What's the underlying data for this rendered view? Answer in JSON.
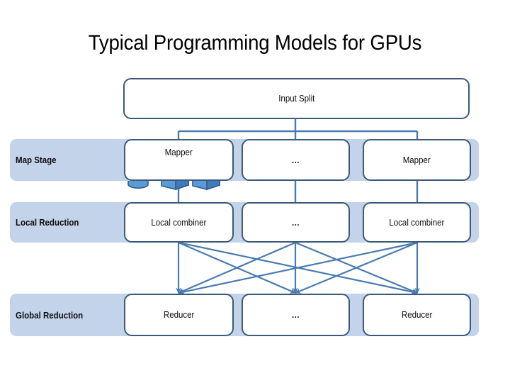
{
  "slide": {
    "title": "Typical Programming Models for GPUs",
    "background_color": "#FFFFFF",
    "band_color": "#C3D4EA",
    "node_border_color": "#3C5A78",
    "connector_color": "#4A7BB0",
    "icon_color": "#5B9BD5"
  },
  "input": {
    "label": "Input Split"
  },
  "stages": [
    {
      "label": "Map Stage",
      "nodes": [
        {
          "label": "Mapper",
          "has_icons": true
        },
        {
          "label": "…",
          "has_icons": false
        },
        {
          "label": "Mapper",
          "has_icons": false
        }
      ]
    },
    {
      "label": "Local Reduction",
      "nodes": [
        {
          "label": "Local combiner",
          "has_icons": false
        },
        {
          "label": "…",
          "has_icons": false
        },
        {
          "label": "Local combiner",
          "has_icons": false
        }
      ]
    },
    {
      "label": "Global Reduction",
      "nodes": [
        {
          "label": "Reducer",
          "has_icons": false
        },
        {
          "label": "…",
          "has_icons": false
        },
        {
          "label": "Reducer",
          "has_icons": false
        }
      ]
    }
  ],
  "icons": [
    {
      "name": "database-cylinder-icon"
    },
    {
      "name": "cube-icon"
    },
    {
      "name": "cube-icon"
    }
  ]
}
